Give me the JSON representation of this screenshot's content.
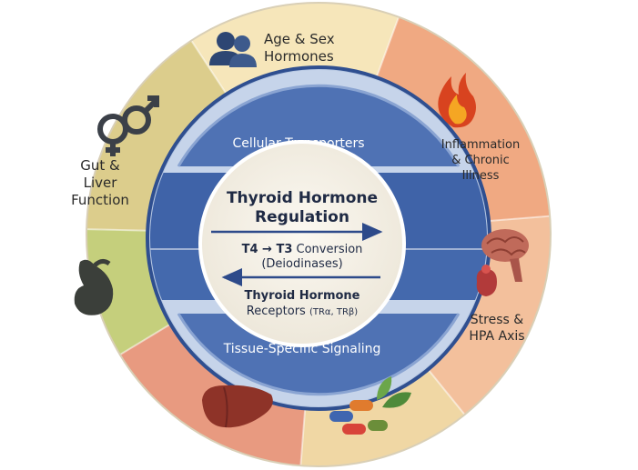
{
  "outer_segments": [
    {
      "lines": [
        "Age & Sex",
        "Hormones"
      ],
      "icon": "people-icon",
      "color": "#f6e6ba"
    },
    {
      "lines": [
        "Inflammation",
        "& Chronic",
        "Illness"
      ],
      "icon": "flame-icon",
      "color": "#f0a982"
    },
    {
      "lines": [
        "Stress &",
        "HPA Axis"
      ],
      "icon": "brain-icon",
      "color": "#f3c09c"
    },
    {
      "lines": [],
      "icon": "supplements-icon",
      "color": "#f0d7a4"
    },
    {
      "lines": [],
      "icon": "liver-icon",
      "color": "#e89a80"
    },
    {
      "lines": [],
      "icon": "stomach-icon",
      "color": "#c5cf7c"
    },
    {
      "lines": [
        "Gut &",
        "Liver",
        "Function"
      ],
      "icon": "gender-symbols-icon",
      "color": "#dccd8c"
    }
  ],
  "bands": {
    "top": "Cellular Transporters",
    "bottom": "Tissue-Specific Signaling"
  },
  "center": {
    "title_line1": "Thyroid Hormone",
    "title_line2": "Regulation",
    "conversion_bold": "T4 → T3",
    "conversion_rest": " Conversion",
    "conversion_sub": "(Deiodinases)",
    "receptors_line1": "Thyroid Hormone",
    "receptors_line2_main": "Receptors ",
    "receptors_line2_small": "(TRα, TRβ)"
  },
  "colors": {
    "ring_blue_dark": "#3f63a8",
    "ring_blue_light": "#9fb8dc",
    "center_fill": "#f7f3ea",
    "arrow": "#2d4a8a"
  }
}
